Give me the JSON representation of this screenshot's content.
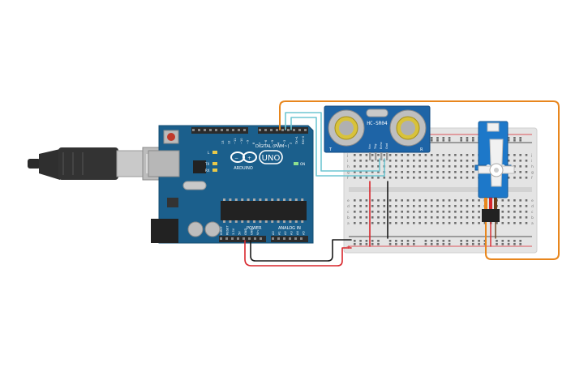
{
  "arduino": {
    "board_name": "UNO",
    "brand": "ARDUINO",
    "digital_label": "DIGITAL (PWM~)",
    "power_label": "POWER",
    "analog_label": "ANALOG IN",
    "on_label": "ON",
    "tx_label": "TX",
    "rx_label": "RX",
    "l_label": "L",
    "aref_label": "AREF",
    "gnd_label": "GND",
    "digital_pins": [
      "13",
      "12",
      "~11",
      "~10",
      "~9",
      "8",
      "7",
      "~6",
      "~5",
      "4",
      "~3",
      "2",
      "TX→1",
      "RX←0"
    ],
    "power_pins": [
      "IOREF",
      "RESET",
      "3.3V",
      "5V",
      "GND",
      "GND",
      "Vin"
    ],
    "analog_pins": [
      "A0",
      "A1",
      "A2",
      "A3",
      "A4",
      "A5"
    ]
  },
  "sensor": {
    "model": "HC-SR04",
    "pins": [
      "Vcc",
      "Trig",
      "Echo",
      "Gnd"
    ],
    "left_mark": "T",
    "right_mark": "R"
  },
  "breadboard": {
    "row_letters_top": [
      "j",
      "i",
      "h",
      "g",
      "f"
    ],
    "row_letters_bottom": [
      "e",
      "d",
      "c",
      "b",
      "a"
    ],
    "plus": "+",
    "minus": "−"
  },
  "colors": {
    "board_blue": "#1b5f8c",
    "wire_orange": "#e8861d",
    "wire_cyan": "#6fc6d2",
    "wire_red": "#d8262c",
    "wire_black": "#1a1a1a",
    "sensor_blue": "#1e64a6",
    "servo_blue": "#1d78c9"
  },
  "icons": [
    "usb-cable-icon",
    "reset-button-icon",
    "arduino-logo-icon"
  ]
}
